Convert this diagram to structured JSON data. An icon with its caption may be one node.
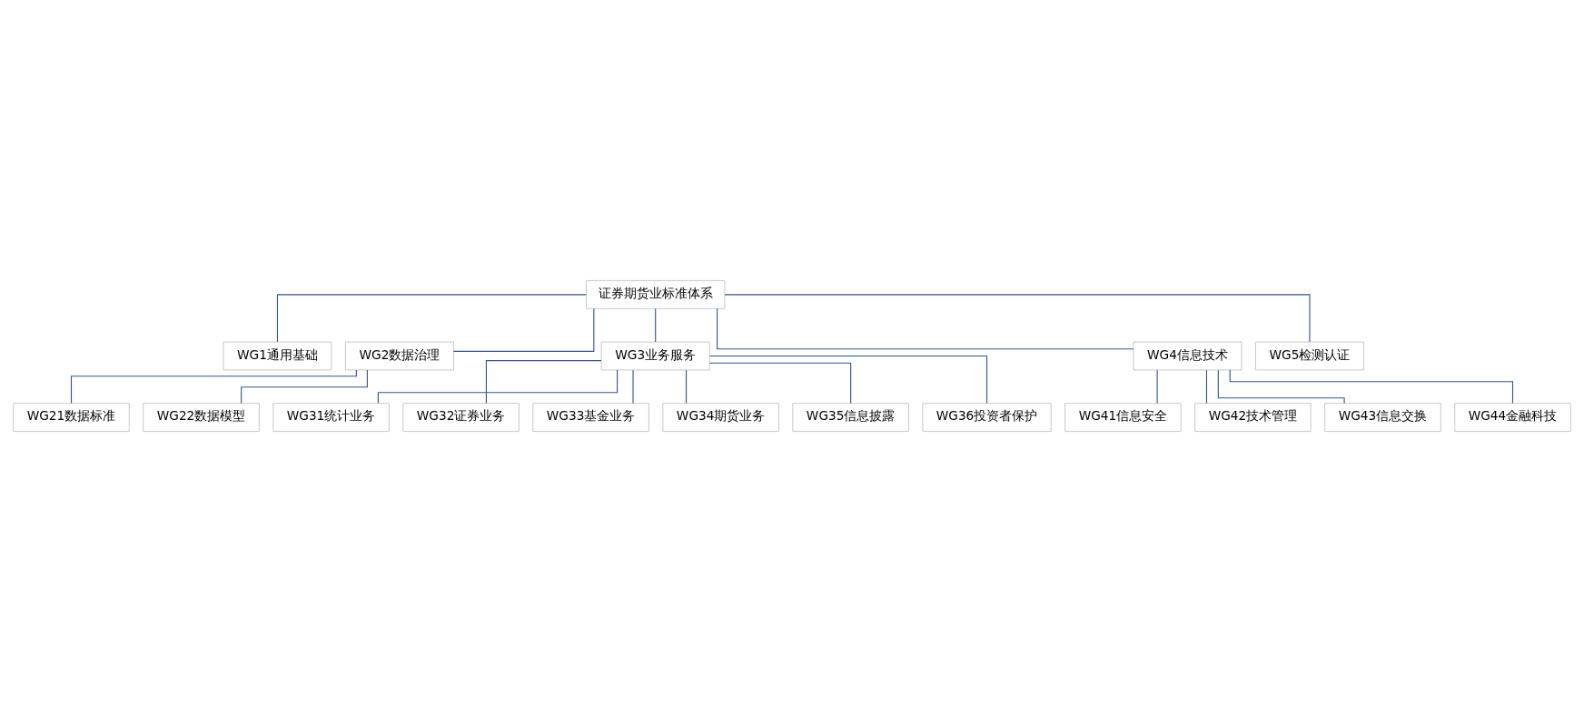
{
  "diagram": {
    "nodes": [
      {
        "text": [
          "证券期货业标准体系"
        ]
      },
      {
        "text": [
          "WG1通用基础"
        ]
      },
      {
        "text": [
          "WG2数据治理"
        ]
      },
      {
        "text": [
          "WG3业务服务"
        ]
      },
      {
        "text": [
          "WG4信息技术"
        ]
      },
      {
        "text": [
          "WG5检测认证"
        ]
      },
      {
        "text": [
          "WG21数据标准"
        ]
      },
      {
        "text": [
          "WG22数据模型"
        ]
      },
      {
        "text": [
          "WG31统计业务"
        ]
      },
      {
        "text": [
          "WG32证券业务"
        ]
      },
      {
        "text": [
          "WG33基金业务"
        ]
      },
      {
        "text": [
          "WG34期货业务"
        ]
      },
      {
        "text": [
          "WG35信息披露"
        ]
      },
      {
        "text": [
          "WG36投资者保护"
        ]
      },
      {
        "text": [
          "WG41信息安全"
        ]
      },
      {
        "text": [
          "WG42技术管理"
        ]
      },
      {
        "text": [
          "WG43信息交换"
        ]
      },
      {
        "text": [
          "WG44金融科技"
        ]
      }
    ],
    "edges": [
      {
        "from": 0,
        "to": 1,
        "arrow": "none"
      },
      {
        "from": 0,
        "to": 2,
        "arrow": "none"
      },
      {
        "from": 0,
        "to": 3,
        "arrow": "none"
      },
      {
        "from": 0,
        "to": 4,
        "arrow": "none"
      },
      {
        "from": 0,
        "to": 5,
        "arrow": "none"
      },
      {
        "from": 2,
        "to": 6,
        "arrow": "none"
      },
      {
        "from": 2,
        "to": 7,
        "arrow": "none"
      },
      {
        "from": 3,
        "to": 8,
        "arrow": "none"
      },
      {
        "from": 3,
        "to": 9,
        "arrow": "none"
      },
      {
        "from": 3,
        "to": 10,
        "arrow": "none"
      },
      {
        "from": 3,
        "to": 11,
        "arrow": "none"
      },
      {
        "from": 3,
        "to": 12,
        "arrow": "none"
      },
      {
        "from": 3,
        "to": 13,
        "arrow": "none"
      },
      {
        "from": 4,
        "to": 14,
        "arrow": "none"
      },
      {
        "from": 4,
        "to": 15,
        "arrow": "none"
      },
      {
        "from": 4,
        "to": 16,
        "arrow": "none"
      },
      {
        "from": 4,
        "to": 17,
        "arrow": "none"
      }
    ]
  }
}
